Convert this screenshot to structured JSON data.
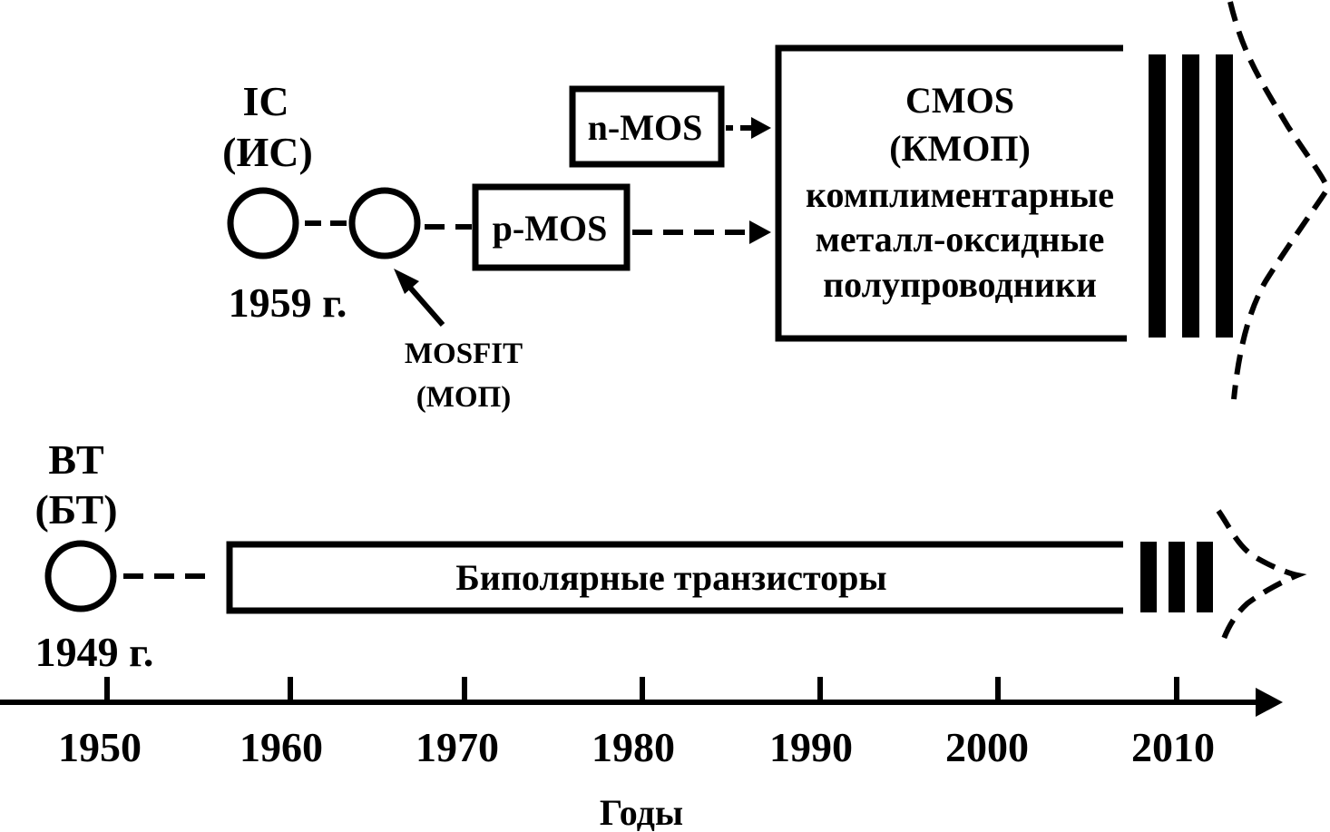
{
  "ic": {
    "line1": "IC",
    "line2": "(ИС)",
    "year": "1959 г."
  },
  "mosfit": {
    "line1": "MOSFIT",
    "line2": "(МОП)"
  },
  "nmos": {
    "label": "n-MOS"
  },
  "pmos": {
    "label": "p-MOS"
  },
  "cmos": {
    "line1": "CMOS",
    "line2": "(КМОП)",
    "line3": "комплиментарные",
    "line4": "металл-оксидные",
    "line5": "полупроводники"
  },
  "bt": {
    "line1": "BT",
    "line2": "(БТ)",
    "year": "1949 г."
  },
  "bipolar": {
    "label": "Биполярные транзисторы"
  },
  "axis": {
    "ticks": [
      "1950",
      "1960",
      "1970",
      "1980",
      "1990",
      "2000",
      "2010"
    ],
    "label": "Годы"
  }
}
